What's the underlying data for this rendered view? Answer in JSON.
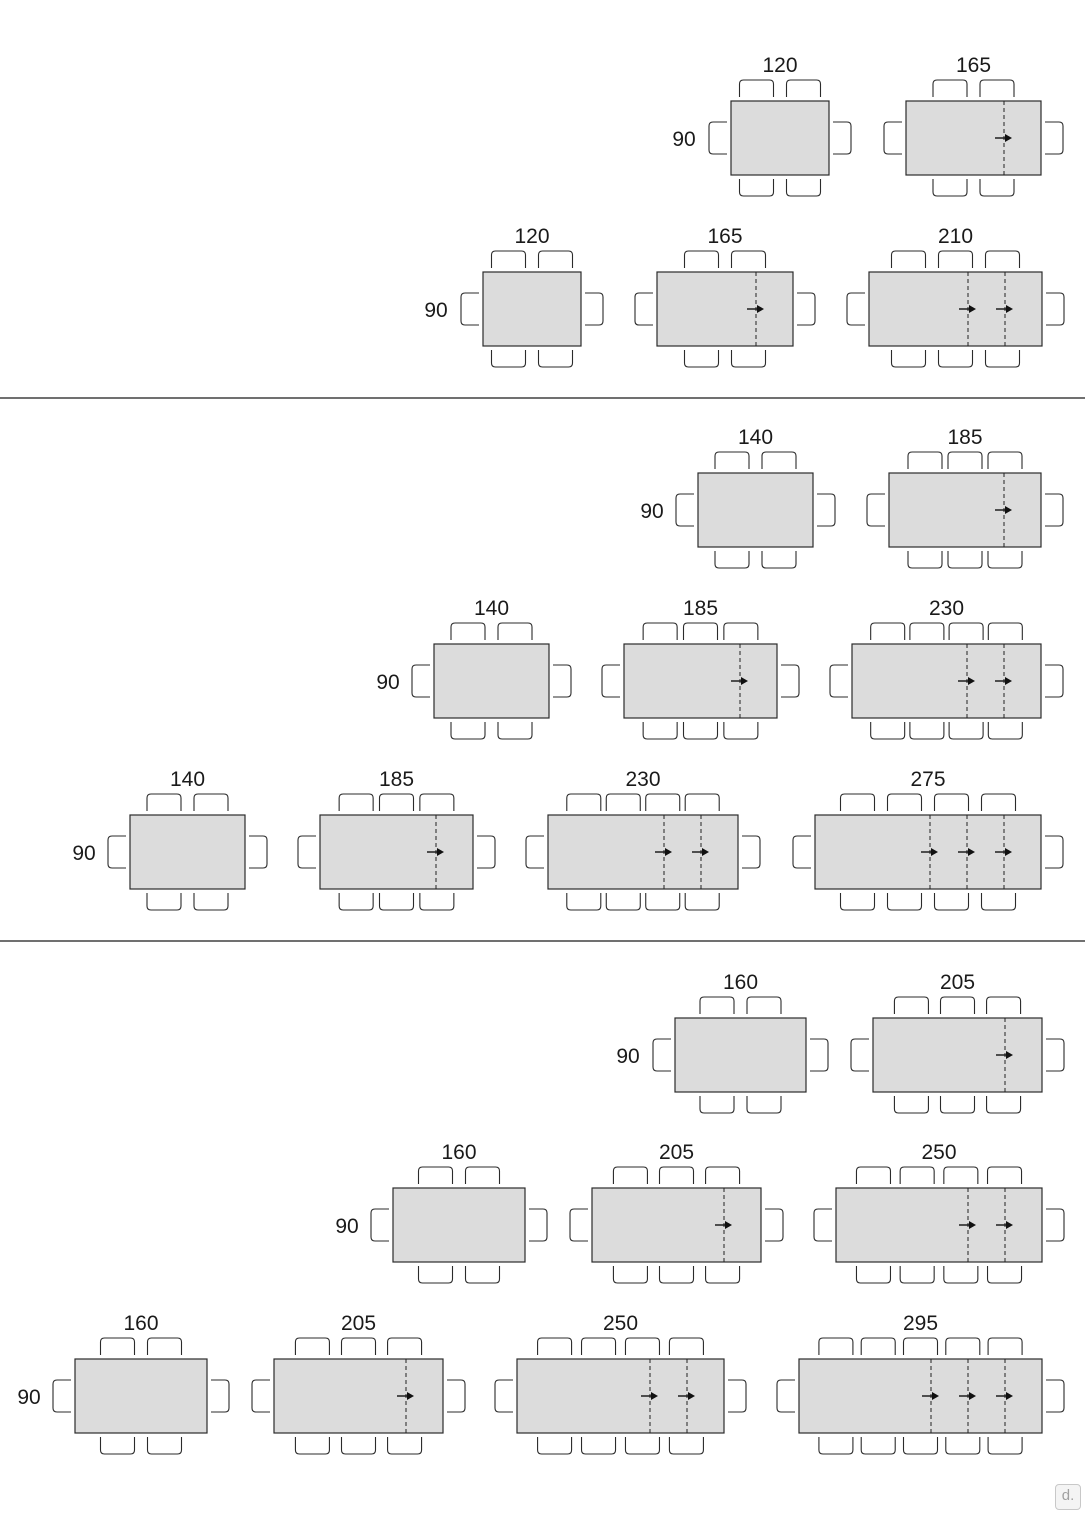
{
  "colors": {
    "table_fill": "#dcdcdc",
    "line": "#2b2b2b",
    "divider": "#1a1a1a"
  },
  "icons": {
    "extension": "arrow-right-icon",
    "chair": "chair-icon"
  },
  "badge_text": "d.",
  "sections": [
    {
      "depth": "90",
      "rows": [
        {
          "depth_label": "90",
          "tables": [
            {
              "width_label": "120",
              "extensions": 0
            },
            {
              "width_label": "165",
              "extensions": 1
            }
          ]
        },
        {
          "depth_label": "90",
          "tables": [
            {
              "width_label": "120",
              "extensions": 0
            },
            {
              "width_label": "165",
              "extensions": 1
            },
            {
              "width_label": "210",
              "extensions": 2
            }
          ]
        }
      ]
    },
    {
      "depth": "90",
      "rows": [
        {
          "depth_label": "90",
          "tables": [
            {
              "width_label": "140",
              "extensions": 0
            },
            {
              "width_label": "185",
              "extensions": 1
            }
          ]
        },
        {
          "depth_label": "90",
          "tables": [
            {
              "width_label": "140",
              "extensions": 0
            },
            {
              "width_label": "185",
              "extensions": 1
            },
            {
              "width_label": "230",
              "extensions": 2
            }
          ]
        },
        {
          "depth_label": "90",
          "tables": [
            {
              "width_label": "140",
              "extensions": 0
            },
            {
              "width_label": "185",
              "extensions": 1
            },
            {
              "width_label": "230",
              "extensions": 2
            },
            {
              "width_label": "275",
              "extensions": 3
            }
          ]
        }
      ]
    },
    {
      "depth": "90",
      "rows": [
        {
          "depth_label": "90",
          "tables": [
            {
              "width_label": "160",
              "extensions": 0
            },
            {
              "width_label": "205",
              "extensions": 1
            }
          ]
        },
        {
          "depth_label": "90",
          "tables": [
            {
              "width_label": "160",
              "extensions": 0
            },
            {
              "width_label": "205",
              "extensions": 1
            },
            {
              "width_label": "250",
              "extensions": 2
            }
          ]
        },
        {
          "depth_label": "90",
          "tables": [
            {
              "width_label": "160",
              "extensions": 0
            },
            {
              "width_label": "205",
              "extensions": 1
            },
            {
              "width_label": "250",
              "extensions": 2
            },
            {
              "width_label": "295",
              "extensions": 3
            }
          ]
        }
      ]
    }
  ]
}
